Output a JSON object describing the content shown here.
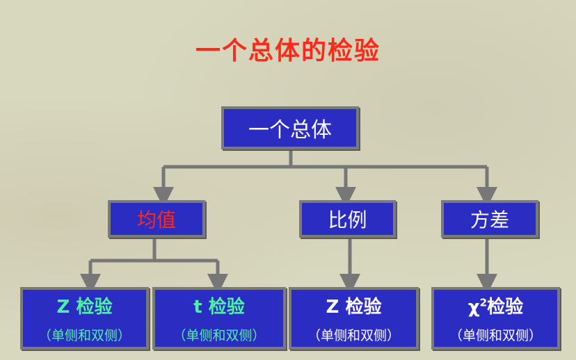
{
  "title": "一个总体的检验",
  "root": "一个总体",
  "level2": [
    "均值",
    "比例",
    "方差"
  ],
  "leaves": [
    {
      "main": "Z 检验",
      "sub": "（单侧和双侧）"
    },
    {
      "main": "t 检验",
      "sub": "（单侧和双侧）"
    },
    {
      "main": "Z 检验",
      "sub": "（单侧和双侧）"
    },
    {
      "main_prefix": "χ",
      "sup": "2",
      "main_suffix": "检验",
      "sub": "（单侧和双侧）"
    }
  ],
  "colors": {
    "box": "#2b2dc2",
    "border": "#7a7a7a",
    "title": "#ff2a1a",
    "green": "#4ef2a0"
  }
}
